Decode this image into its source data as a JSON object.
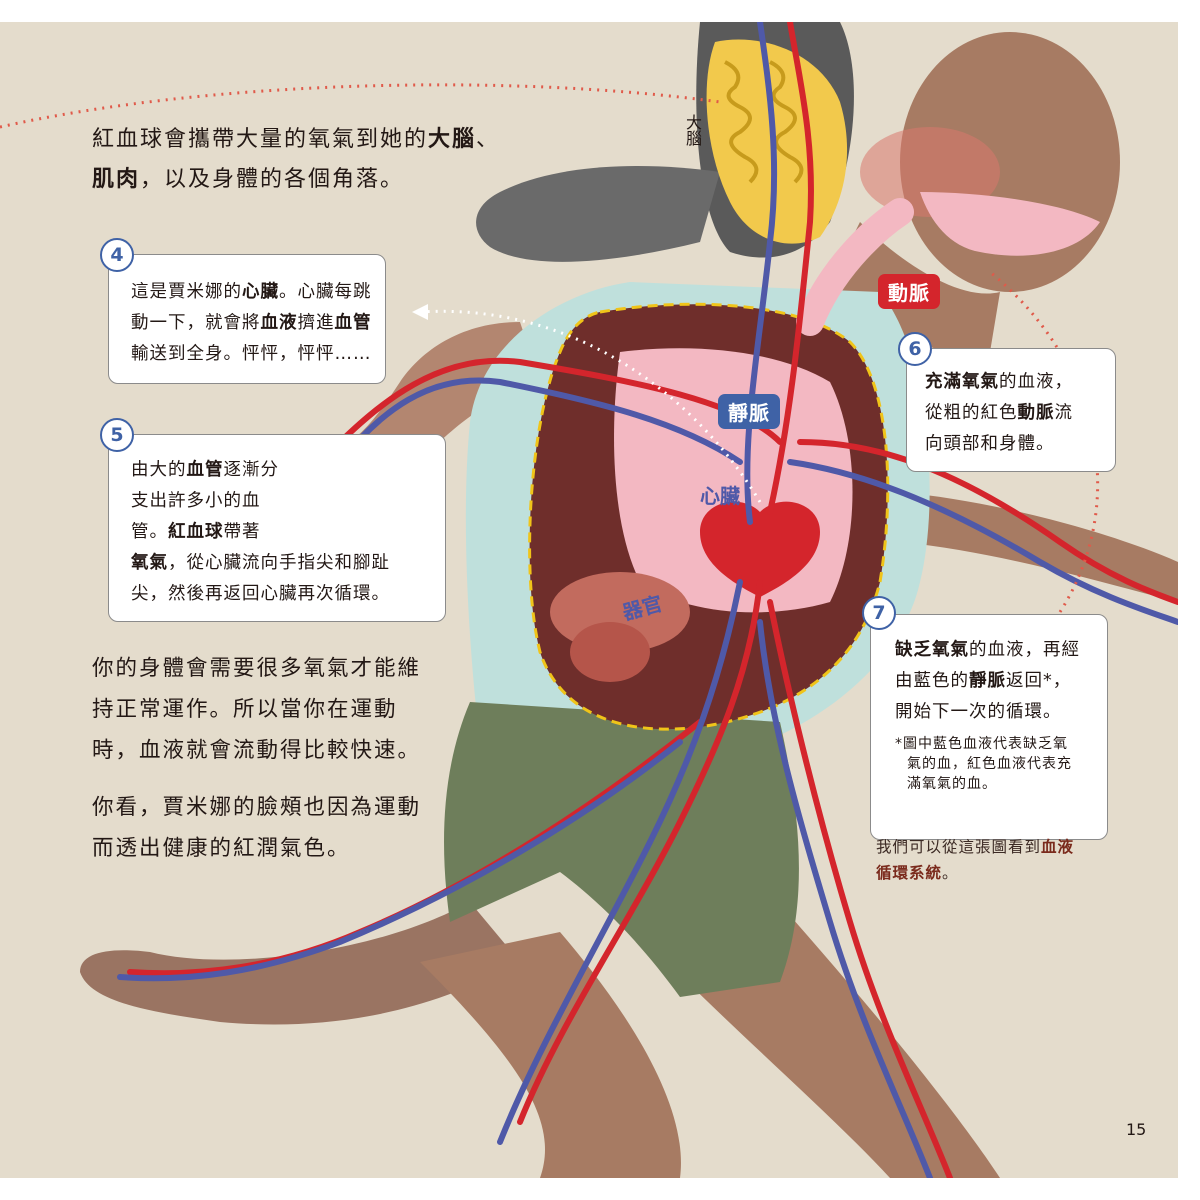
{
  "intro": {
    "line1_pre": "紅血球會攜帶大量的氧氣到她的",
    "line1_bold": "大腦",
    "line1_post": "、",
    "line2_bold": "肌肉",
    "line2_post": "，以及身體的各個角落。"
  },
  "labels": {
    "brain": "大腦",
    "artery": "動脈",
    "vein": "靜脈",
    "heart": "心臟",
    "organ": "器官"
  },
  "box4": {
    "number": "4",
    "l1_pre": "這是賈米娜的",
    "l1_bold": "心臟",
    "l1_post": "。心臟每跳",
    "l2_pre": "動一下，就會將",
    "l2_bold1": "血液",
    "l2_mid": "擠進",
    "l2_bold2": "血管",
    "l3": "輸送到全身。怦怦，怦怦……"
  },
  "box5": {
    "number": "5",
    "l1_pre": "由大的",
    "l1_bold": "血管",
    "l1_post": "逐漸分",
    "l2": "支出許多小的血",
    "l3_pre": "管。",
    "l3_bold": "紅血球",
    "l3_post": "帶著",
    "l4_bold": "氧氣",
    "l4_post": "，從心臟流向手指尖和腳趾",
    "l5": "尖，然後再返回心臟再次循環。"
  },
  "box6": {
    "number": "6",
    "l1_bold": "充滿氧氣",
    "l1_post": "的血液，",
    "l2_pre": "從粗的紅色",
    "l2_bold": "動脈",
    "l2_post": "流",
    "l3": "向頭部和身體。"
  },
  "box7": {
    "number": "7",
    "l1_bold": "缺乏氧氣",
    "l1_post": "的血液，再經",
    "l2_pre": "由藍色的",
    "l2_bold": "靜脈",
    "l2_post": "返回*，",
    "l3": "開始下一次的循環。",
    "note1": "*圖中藍色血液代表缺乏氧",
    "note2": "氣的血，紅色血液代表充",
    "note3": "滿氧氣的血。"
  },
  "body_text": {
    "p1_l1": "你的身體會需要很多氧氣才能維",
    "p1_l2": "持正常運作。所以當你在運動",
    "p1_l3": "時，血液就會流動得比較快速。",
    "p2_l1": "你看，賈米娜的臉頰也因為運動",
    "p2_l2": "而透出健康的紅潤氣色。"
  },
  "caption": {
    "l1_pre": "我們可以從這張圖看到",
    "l1_bold": "血液",
    "l2_bold": "循環系統",
    "l2_post": "。"
  },
  "page_number": "15",
  "colors": {
    "background": "#e4dccc",
    "artery_red": "#d4252c",
    "vein_blue": "#4f59a8",
    "badge_blue": "#3f62a6",
    "skin": "#a77b63"
  }
}
